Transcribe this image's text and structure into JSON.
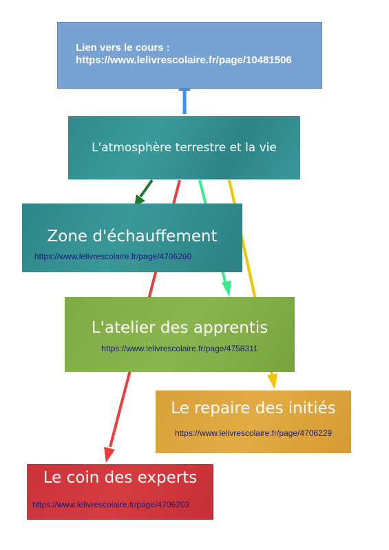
{
  "link_box": {
    "line1": "Lien vers le cours :",
    "line2": "https://www.lelivrescolaire.fr/page/10481506"
  },
  "main_box": {
    "title": "L'atmosphère terrestre et la vie"
  },
  "zone": {
    "title": "Zone d'échauffement",
    "url": "https://www.lelivrescolaire.fr/page/4706260"
  },
  "atelier": {
    "title": "L'atelier des apprentis",
    "url": "https://www.lelivrescolaire.fr/page/4758311"
  },
  "repaire": {
    "title": "Le repaire des initiés",
    "url": "https://www.lelivrescolaire.fr/page/4706229"
  },
  "coin": {
    "title": "Le coin des experts",
    "url": "https://www.lelivrescolaire.fr/page/4706203"
  },
  "colors": {
    "arrow_up": "#3d8ef0",
    "arrow_zone": "#1e7a2a",
    "arrow_atelier": "#3dea8a",
    "arrow_repaire": "#f5c400",
    "arrow_coin": "#ef3b3b"
  }
}
